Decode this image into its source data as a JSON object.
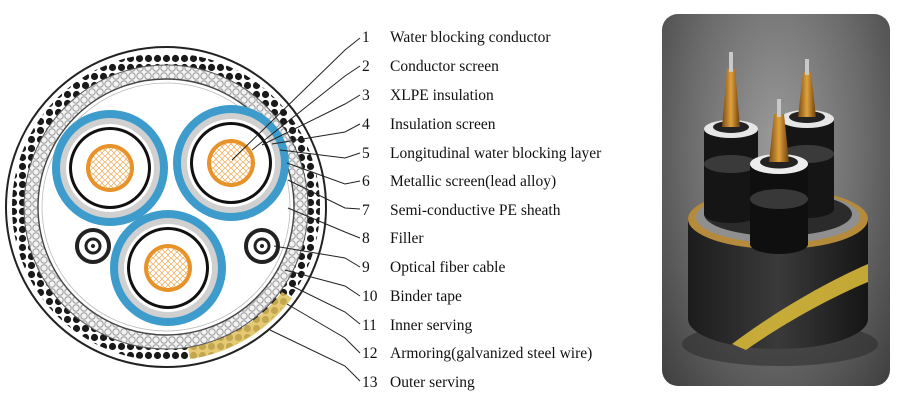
{
  "legend": {
    "items": [
      {
        "num": "1",
        "label": "Water blocking conductor"
      },
      {
        "num": "2",
        "label": "Conductor screen"
      },
      {
        "num": "3",
        "label": "XLPE insulation"
      },
      {
        "num": "4",
        "label": "Insulation screen"
      },
      {
        "num": "5",
        "label": "Longitudinal water blocking layer"
      },
      {
        "num": "6",
        "label": "Metallic screen(lead alloy)"
      },
      {
        "num": "7",
        "label": "Semi-conductive PE sheath"
      },
      {
        "num": "8",
        "label": "Filler"
      },
      {
        "num": "9",
        "label": "Optical fiber cable"
      },
      {
        "num": "10",
        "label": "Binder tape"
      },
      {
        "num": "11",
        "label": "Inner serving"
      },
      {
        "num": "12",
        "label": "Armoring(galvanized steel wire)"
      },
      {
        "num": "13",
        "label": "Outer serving"
      }
    ]
  },
  "colors": {
    "copper": "#e8922a",
    "sheath_blue": "#3d9ccc",
    "armor": "#1a1a1a",
    "screen_gray": "#c9c9c9",
    "photo_bg": "#6b6b6b"
  }
}
